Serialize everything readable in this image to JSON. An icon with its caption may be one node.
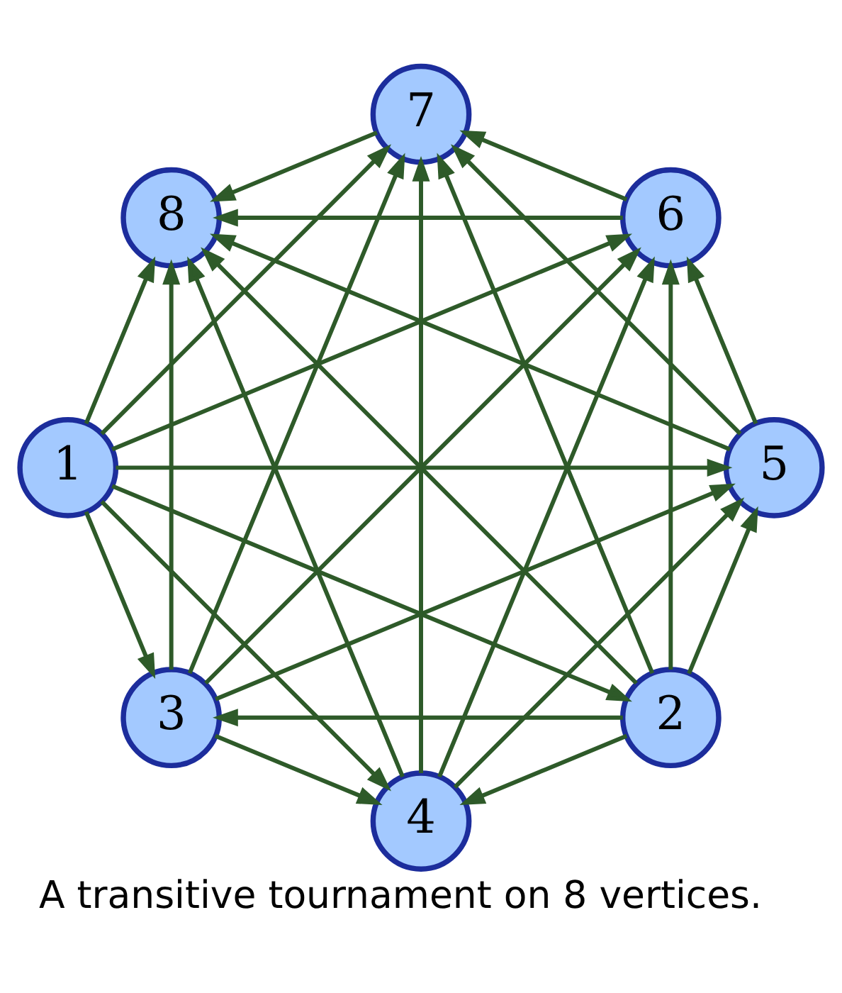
{
  "diagram": {
    "caption": "A transitive tournament on 8 vertices.",
    "nodes": [
      {
        "text": [
          "2"
        ]
      },
      {
        "text": [
          "5"
        ]
      },
      {
        "text": [
          "3"
        ]
      },
      {
        "text": [
          "1"
        ]
      },
      {
        "text": [
          "8"
        ]
      },
      {
        "text": [
          "7"
        ]
      },
      {
        "text": [
          "6"
        ]
      },
      {
        "text": [
          "4"
        ]
      }
    ],
    "edges": [
      {
        "from": 3,
        "to": 0,
        "arrow": "to"
      },
      {
        "from": 3,
        "to": 2,
        "arrow": "to"
      },
      {
        "from": 3,
        "to": 7,
        "arrow": "to"
      },
      {
        "from": 3,
        "to": 1,
        "arrow": "to"
      },
      {
        "from": 3,
        "to": 6,
        "arrow": "to"
      },
      {
        "from": 3,
        "to": 5,
        "arrow": "to"
      },
      {
        "from": 3,
        "to": 4,
        "arrow": "to"
      },
      {
        "from": 0,
        "to": 2,
        "arrow": "to"
      },
      {
        "from": 0,
        "to": 7,
        "arrow": "to"
      },
      {
        "from": 0,
        "to": 1,
        "arrow": "to"
      },
      {
        "from": 0,
        "to": 6,
        "arrow": "to"
      },
      {
        "from": 0,
        "to": 5,
        "arrow": "to"
      },
      {
        "from": 0,
        "to": 4,
        "arrow": "to"
      },
      {
        "from": 2,
        "to": 7,
        "arrow": "to"
      },
      {
        "from": 2,
        "to": 1,
        "arrow": "to"
      },
      {
        "from": 2,
        "to": 6,
        "arrow": "to"
      },
      {
        "from": 2,
        "to": 5,
        "arrow": "to"
      },
      {
        "from": 2,
        "to": 4,
        "arrow": "to"
      },
      {
        "from": 7,
        "to": 1,
        "arrow": "to"
      },
      {
        "from": 7,
        "to": 6,
        "arrow": "to"
      },
      {
        "from": 7,
        "to": 5,
        "arrow": "to"
      },
      {
        "from": 7,
        "to": 4,
        "arrow": "to"
      },
      {
        "from": 1,
        "to": 6,
        "arrow": "to"
      },
      {
        "from": 1,
        "to": 5,
        "arrow": "to"
      },
      {
        "from": 1,
        "to": 4,
        "arrow": "to"
      },
      {
        "from": 6,
        "to": 5,
        "arrow": "to"
      },
      {
        "from": 6,
        "to": 4,
        "arrow": "to"
      },
      {
        "from": 5,
        "to": 4,
        "arrow": "to"
      }
    ]
  }
}
